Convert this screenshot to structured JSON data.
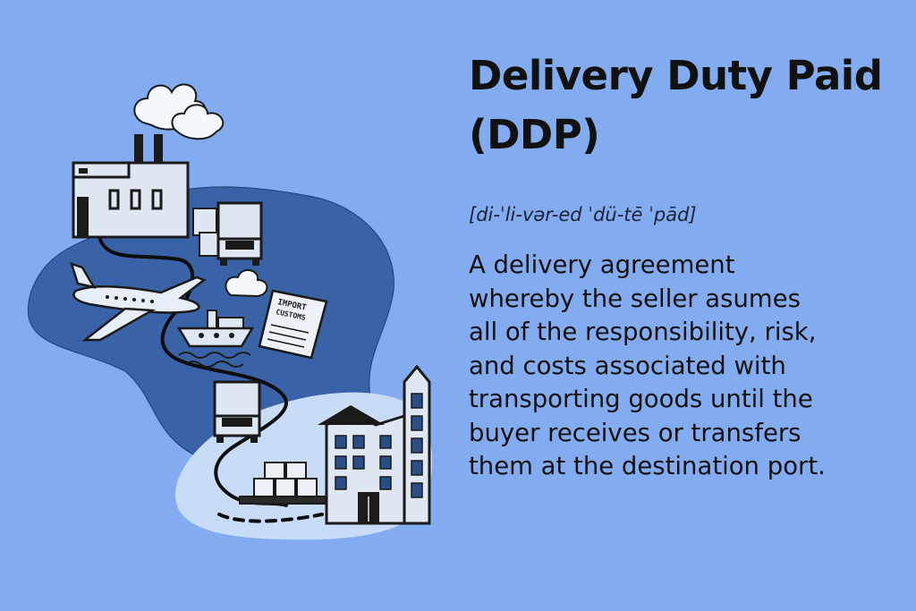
{
  "card": {
    "title": "Delivery Duty Paid (DDP)",
    "pronunciation": "[di-ˈli-vər-ed ˈdü-tē ˈpād]",
    "definition": " A delivery agreement\nwhereby the seller asumes\nall of the responsibility, risk,\nand costs associated with\ntransporting goods until the\nbuyer receives or transfers\nthem at the destination port."
  },
  "illustration": {
    "document_lines": [
      "IMPORT",
      "CUSTOMS"
    ]
  },
  "colors": {
    "background": "#83acf0",
    "dark_blob": "#3a62a6",
    "light_blob": "#c9dcf7",
    "ink": "#111111"
  }
}
